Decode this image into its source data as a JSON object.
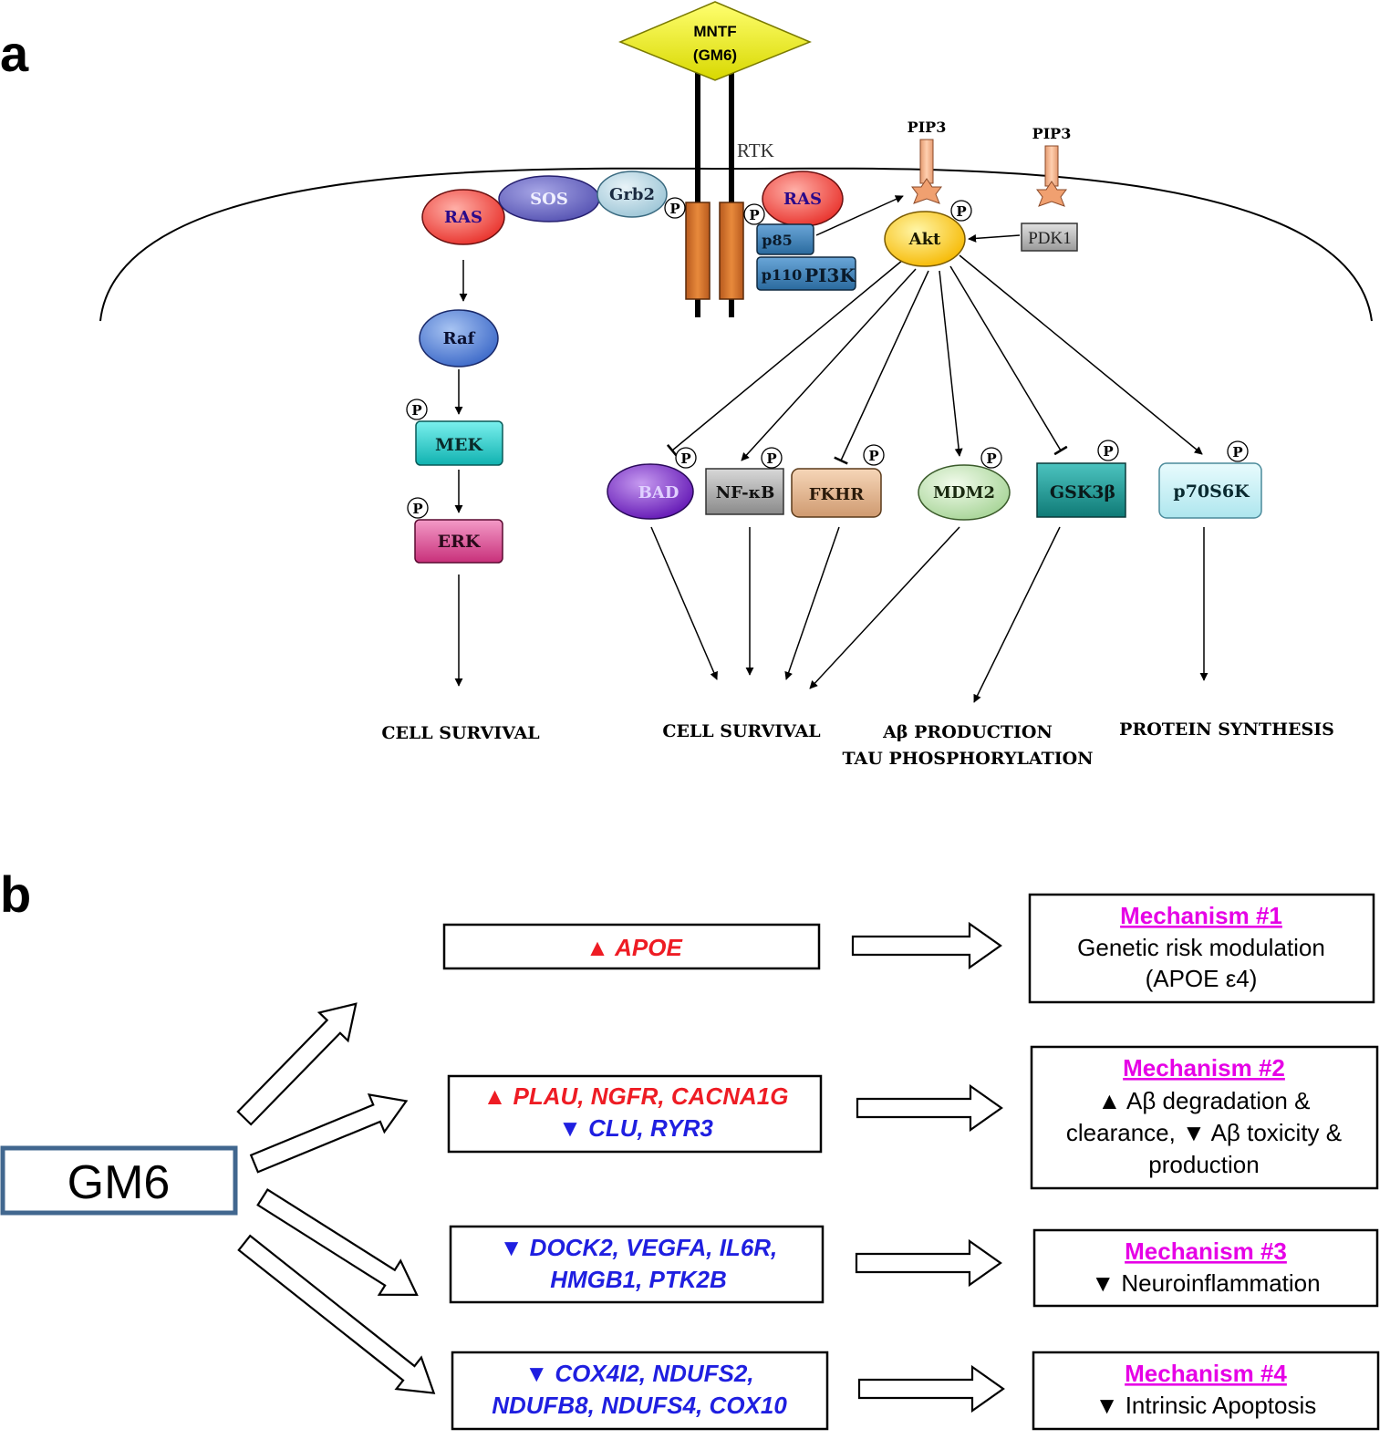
{
  "panel_a": {
    "label": "a",
    "ligand": [
      "MNTF",
      "(GM6)"
    ],
    "receptor": "RTK",
    "pip3_left": "PIP3",
    "pip3_right": "PIP3",
    "p": "P",
    "nodes": {
      "ras_left": "RAS",
      "sos": "SOS",
      "grb2": "Grb2",
      "ras_right": "RAS",
      "p85": "p85",
      "p110": "p110",
      "pi3k": "PI3K",
      "akt": "Akt",
      "pdk1": "PDK1",
      "raf": "Raf",
      "mek": "MEK",
      "erk": "ERK",
      "bad": "BAD",
      "nfkb": "NF-κB",
      "fkhr": "FKHR",
      "mdm2": "MDM2",
      "gsk3b": "GSK3β",
      "p70s6k": "p70S6K"
    },
    "outcomes": {
      "cell_survival_left": "CELL SURVIVAL",
      "cell_survival_mid": "CELL SURVIVAL",
      "abeta_1": "Aβ PRODUCTION",
      "abeta_2": "TAU PHOSPHORYLATION",
      "protein": "PROTEIN SYNTHESIS"
    }
  },
  "panel_b": {
    "label": "b",
    "source": "GM6",
    "colors": {
      "up": "#ee1c24",
      "down": "#1f1fe0",
      "mechanism": "#e600e6",
      "source_border": "#41678f"
    },
    "rows": [
      {
        "genes": [
          {
            "arrow": "▲",
            "dir": "up",
            "text": "APOE"
          }
        ],
        "mechanism": "Mechanism #1",
        "description": [
          "Genetic risk modulation",
          "(APOE ε4)"
        ]
      },
      {
        "genes": [
          {
            "arrow": "▲",
            "dir": "up",
            "text": "PLAU, NGFR, CACNA1G"
          },
          {
            "arrow": "▼",
            "dir": "down",
            "text": "CLU, RYR3"
          }
        ],
        "mechanism": "Mechanism #2",
        "description": [
          "▲ Aβ degradation &",
          "clearance, ▼ Aβ  toxicity &",
          "production"
        ]
      },
      {
        "genes": [
          {
            "arrow": "▼",
            "dir": "down",
            "text": "DOCK2, VEGFA, IL6R,"
          },
          {
            "arrow": "",
            "dir": "down",
            "text": "HMGB1, PTK2B"
          }
        ],
        "mechanism": "Mechanism #3",
        "description": [
          "▼ Neuroinflammation"
        ]
      },
      {
        "genes": [
          {
            "arrow": "▼",
            "dir": "down",
            "text": "COX4I2, NDUFS2,"
          },
          {
            "arrow": "",
            "dir": "down",
            "text": "NDUFB8, NDUFS4, COX10"
          }
        ],
        "mechanism": "Mechanism #4",
        "description": [
          "▼ Intrinsic Apoptosis"
        ]
      }
    ]
  }
}
